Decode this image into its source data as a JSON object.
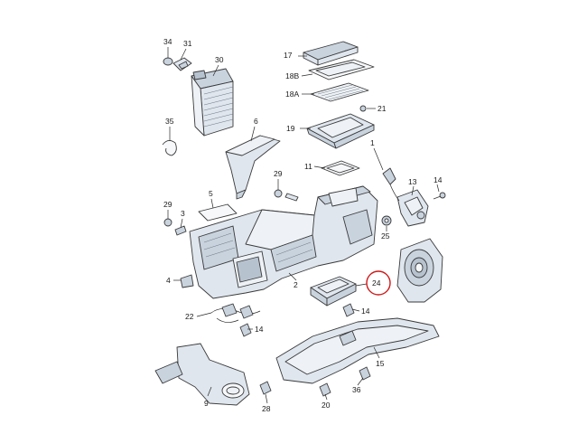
{
  "diagram": {
    "labels": [
      {
        "id": "p34",
        "text": "34"
      },
      {
        "id": "p31",
        "text": "31"
      },
      {
        "id": "p30",
        "text": "30"
      },
      {
        "id": "p35",
        "text": "35"
      },
      {
        "id": "p6",
        "text": "6"
      },
      {
        "id": "p17",
        "text": "17"
      },
      {
        "id": "p18b",
        "text": "18B"
      },
      {
        "id": "p18a",
        "text": "18A"
      },
      {
        "id": "p21",
        "text": "21"
      },
      {
        "id": "p19",
        "text": "19"
      },
      {
        "id": "p11",
        "text": "11"
      },
      {
        "id": "p1",
        "text": "1"
      },
      {
        "id": "p29a",
        "text": "29"
      },
      {
        "id": "p14a",
        "text": "14"
      },
      {
        "id": "p13",
        "text": "13"
      },
      {
        "id": "p5",
        "text": "5"
      },
      {
        "id": "p29b",
        "text": "29"
      },
      {
        "id": "p3",
        "text": "3"
      },
      {
        "id": "p25",
        "text": "25"
      },
      {
        "id": "p4",
        "text": "4"
      },
      {
        "id": "p2",
        "text": "2"
      },
      {
        "id": "p24",
        "text": "24"
      },
      {
        "id": "p22",
        "text": "22"
      },
      {
        "id": "p14b",
        "text": "14"
      },
      {
        "id": "p14c",
        "text": "14"
      },
      {
        "id": "p15",
        "text": "15"
      },
      {
        "id": "p9",
        "text": "9"
      },
      {
        "id": "p36",
        "text": "36"
      },
      {
        "id": "p28",
        "text": "28"
      },
      {
        "id": "p20",
        "text": "20"
      }
    ],
    "highlight_color": "#d01818"
  }
}
